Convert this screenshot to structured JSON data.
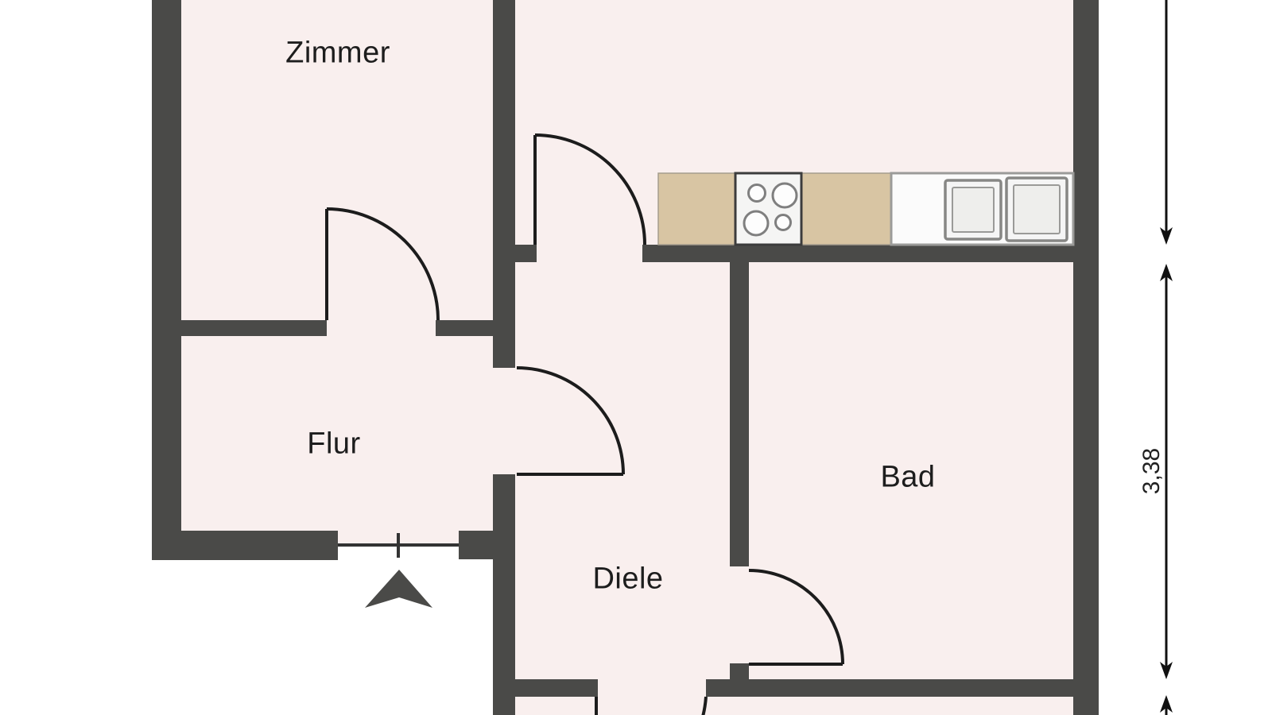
{
  "rooms": {
    "zimmer": {
      "label": "Zimmer"
    },
    "flur": {
      "label": "Flur"
    },
    "diele": {
      "label": "Diele"
    },
    "bad": {
      "label": "Bad"
    }
  },
  "dimensions": {
    "bad_height": {
      "label": "3,38"
    }
  },
  "fixtures": {
    "stove": {
      "icon": "stove-hob-icon",
      "burners": 4
    },
    "sink": {
      "icon": "double-basin-sink-icon"
    },
    "entrance": {
      "icon": "entrance-arrow-icon"
    }
  },
  "colors": {
    "background": "#ffffff",
    "room_fill": "#f9efee",
    "wall": "#4a4a48",
    "line": "#1c1c1c",
    "counter": "#d8c5a3"
  }
}
